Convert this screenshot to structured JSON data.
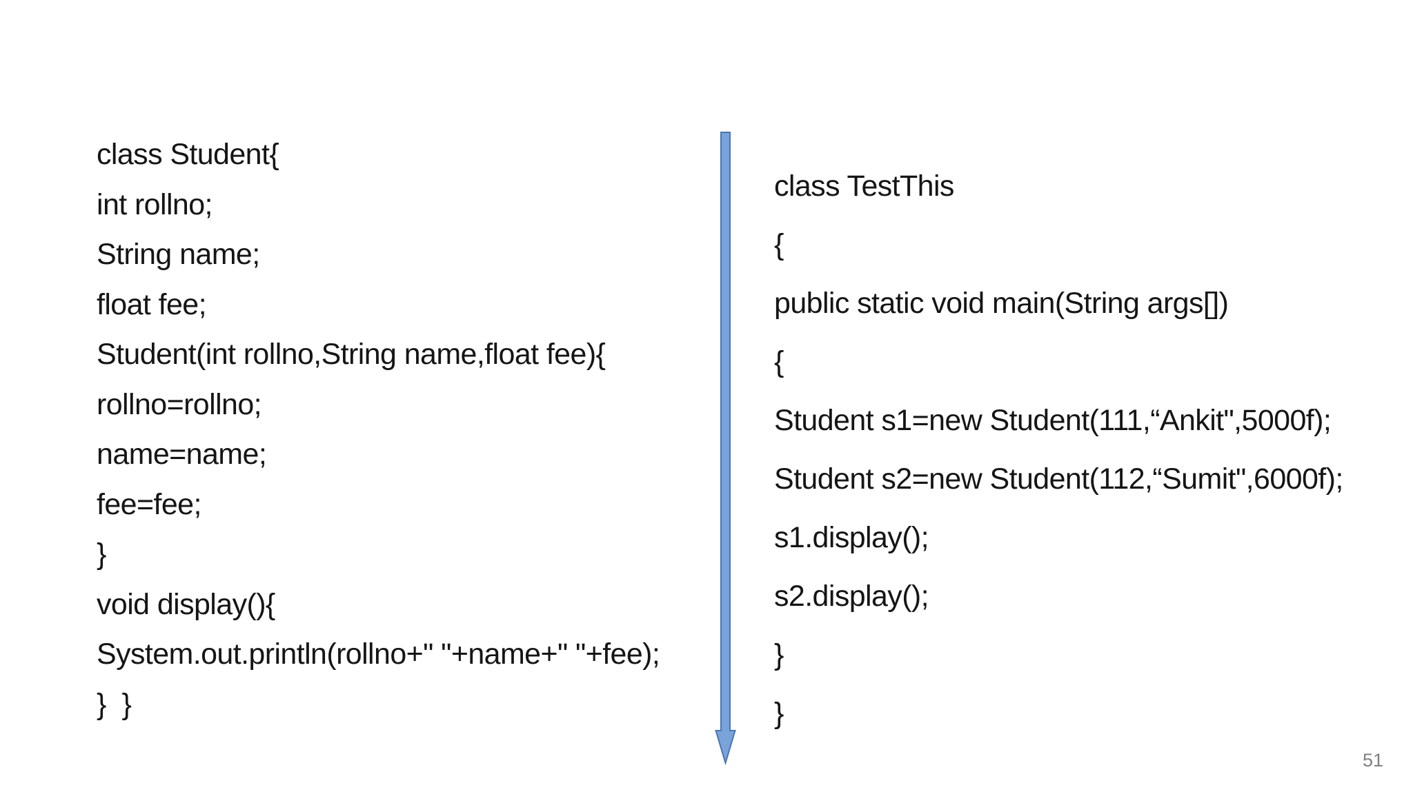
{
  "page_number": "51",
  "left_code": {
    "lines": [
      "class Student{",
      "int rollno;",
      "String name;",
      "float fee;",
      "Student(int rollno,String name,float fee){",
      "rollno=rollno;",
      "name=name;",
      "fee=fee;",
      "}",
      "void display(){",
      "System.out.println(rollno+\" \"+name+\" \"+fee);",
      "}  }"
    ]
  },
  "right_code": {
    "lines": [
      "class TestThis",
      "{",
      "public static void main(String args[])",
      "{",
      "Student s1=new Student(111,“Ankit\",5000f);",
      "Student s2=new Student(112,“Sumit\",6000f);",
      "s1.display();",
      "s2.display();",
      "}",
      "}"
    ]
  },
  "arrow": {
    "fill": "#79A3DA",
    "border": "#4878B0"
  },
  "colors": {
    "background": "#ffffff",
    "text": "#151515",
    "page_number": "#7f7f7f"
  }
}
